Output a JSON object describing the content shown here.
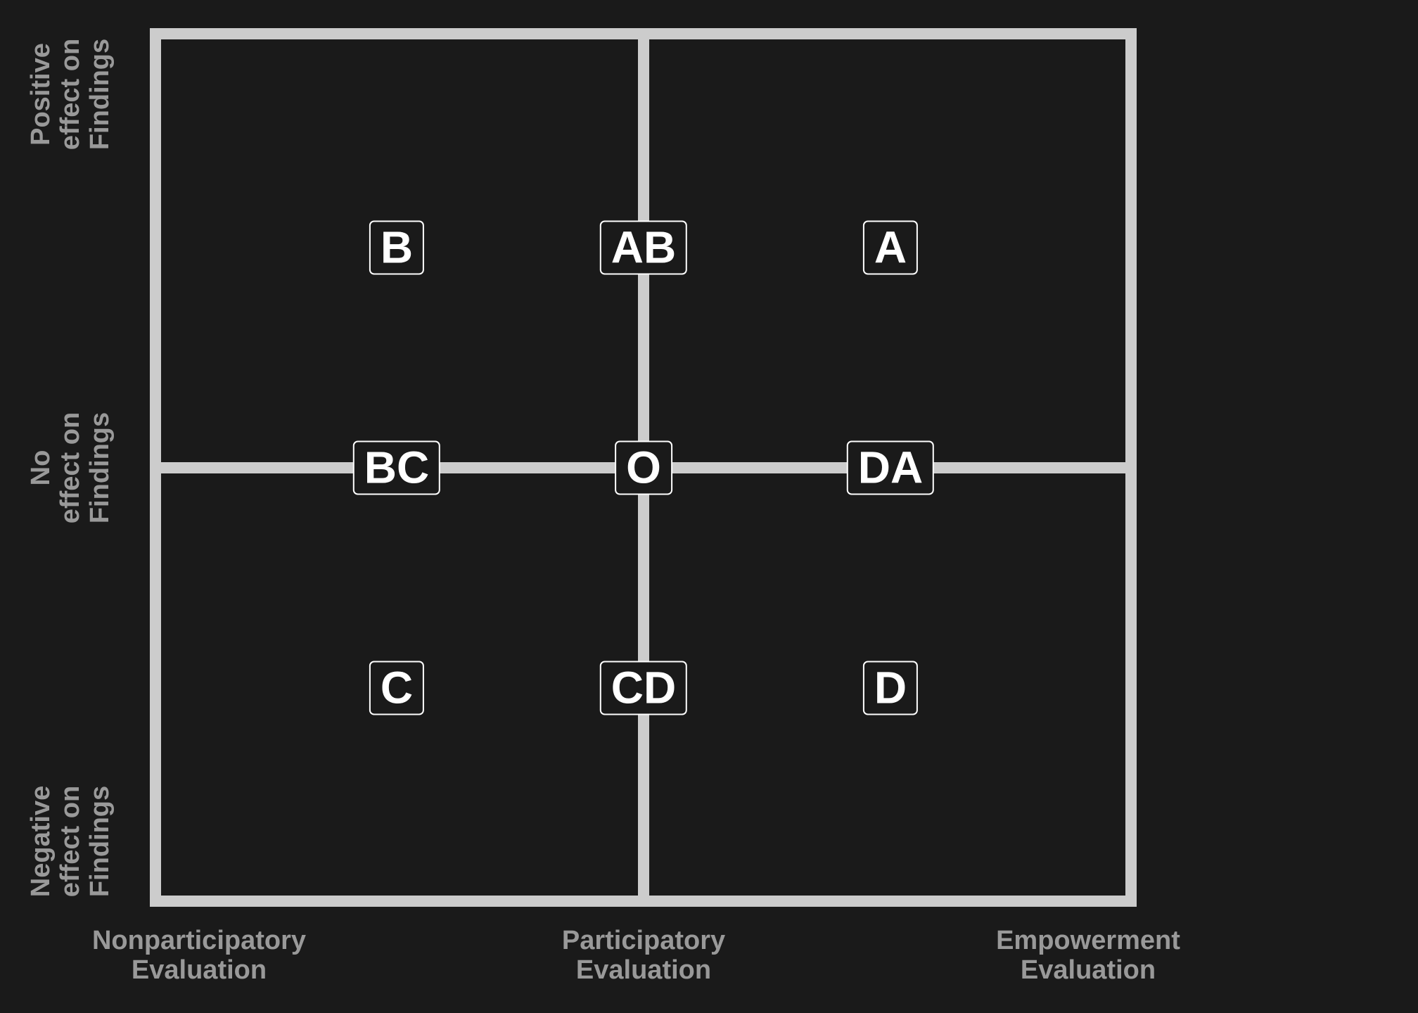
{
  "colors": {
    "background": "#1a1a1a",
    "grid_line": "#cccccc",
    "label_text": "#999999",
    "node_text": "#ffffff",
    "node_border": "#ffffff"
  },
  "axes": {
    "x": [
      {
        "line1": "Nonparticipatory",
        "line2": "Evaluation"
      },
      {
        "line1": "Participatory",
        "line2": "Evaluation"
      },
      {
        "line1": "Empowerment",
        "line2": "Evaluation"
      }
    ],
    "y": [
      {
        "line1": "Positive",
        "line2": "effect on",
        "line3": "Findings"
      },
      {
        "line1": "No",
        "line2": "effect on",
        "line3": "Findings"
      },
      {
        "line1": "Negative",
        "line2": "effect on",
        "line3": "Findings"
      }
    ]
  },
  "nodes": [
    {
      "label": "B",
      "col": 0,
      "row": 0
    },
    {
      "label": "AB",
      "col": 1,
      "row": 0
    },
    {
      "label": "A",
      "col": 2,
      "row": 0
    },
    {
      "label": "BC",
      "col": 0,
      "row": 1
    },
    {
      "label": "O",
      "col": 1,
      "row": 1
    },
    {
      "label": "DA",
      "col": 2,
      "row": 1
    },
    {
      "label": "C",
      "col": 0,
      "row": 2
    },
    {
      "label": "CD",
      "col": 1,
      "row": 2
    },
    {
      "label": "D",
      "col": 2,
      "row": 2
    }
  ]
}
